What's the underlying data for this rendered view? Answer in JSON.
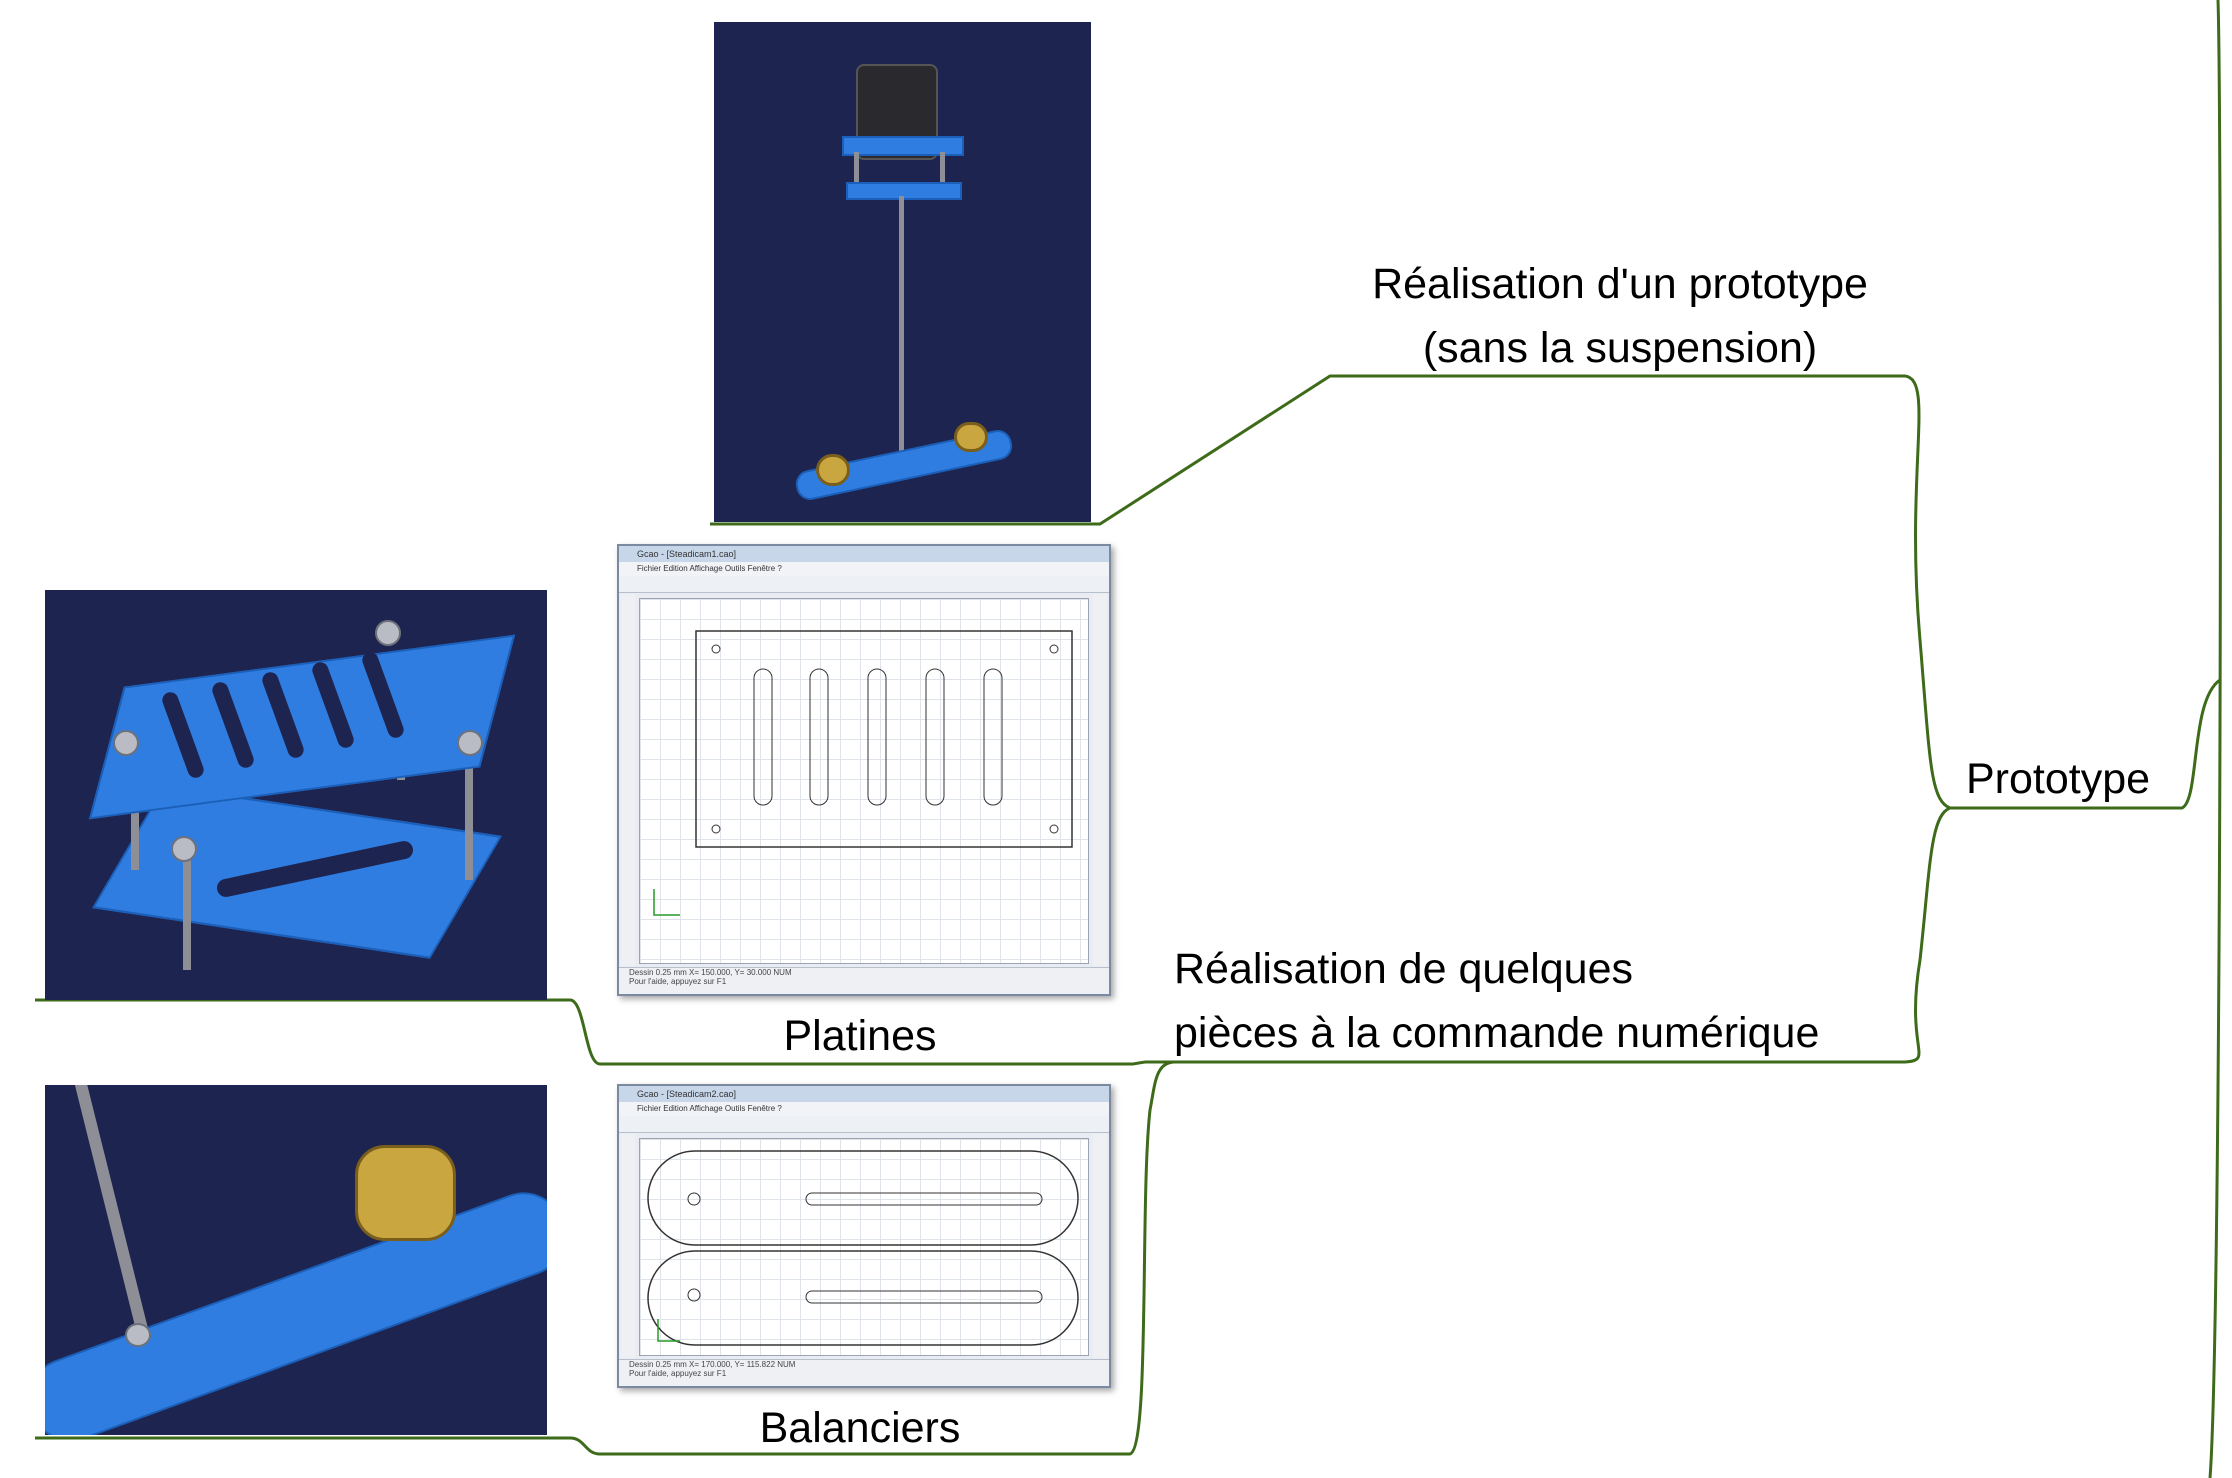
{
  "root": {
    "label": "Prototype"
  },
  "branches": {
    "prototype_build": {
      "line1": "Réalisation d'un prototype",
      "line2": "(sans la suspension)"
    },
    "cnc_parts": {
      "line1": "Réalisation de quelques",
      "line2": "pièces à la commande numérique"
    }
  },
  "captions": {
    "plates": "Platines",
    "rockers": "Balanciers"
  },
  "colors": {
    "connector": "#3d6b1a",
    "photo_background": "#1e2450",
    "part_blue": "#2f7de0"
  },
  "cad_windows": [
    {
      "title": "Gcao - [Steadicam1.cao]",
      "menu": "Fichier  Edition  Affichage  Outils  Fenêtre  ?",
      "status": "Dessin    0.25 mm    X= 150.000, Y= 30.000    NUM",
      "hint": "Pour l'aide, appuyez sur F1"
    },
    {
      "title": "Gcao - [Steadicam2.cao]",
      "menu": "Fichier  Edition  Affichage  Outils  Fenêtre  ?",
      "status": "Dessin    0.25 mm    X= 170.000, Y= 115.822    NUM",
      "hint": "Pour l'aide, appuyez sur F1"
    }
  ]
}
